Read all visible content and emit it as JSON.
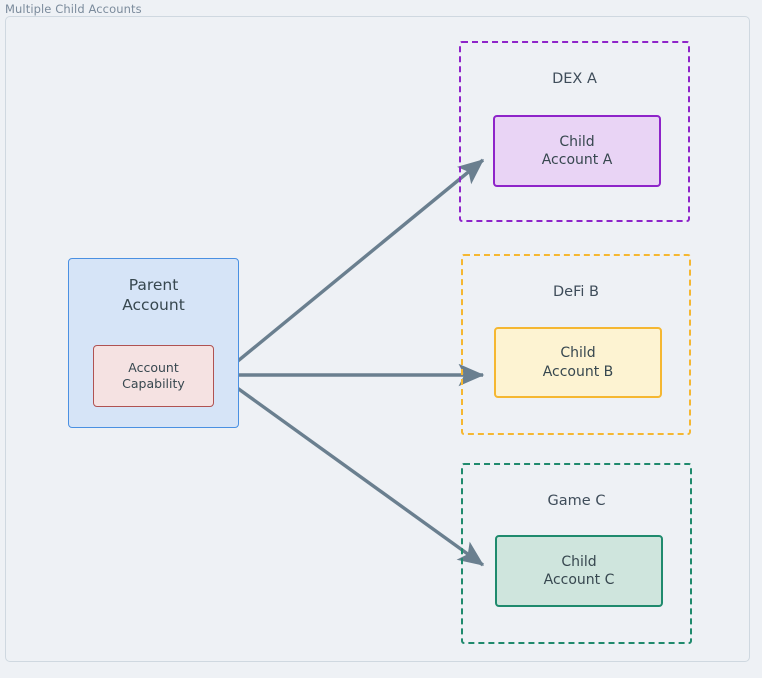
{
  "frame": {
    "title": "Multiple Child Accounts",
    "border_color": "#cfd8e0",
    "background": "#eef1f5"
  },
  "nodes": {
    "parent_account": {
      "line1": "Parent",
      "line2": "Account",
      "fill": "#d6e4f7",
      "stroke": "#4a90e2"
    },
    "account_capability": {
      "line1": "Account",
      "line2": "Capability",
      "fill": "#f5e2e2",
      "stroke": "#b05252"
    },
    "child_account_a": {
      "line1": "Child",
      "line2": "Account A",
      "fill": "#e9d4f5",
      "stroke": "#8e24c9"
    },
    "child_account_b": {
      "line1": "Child",
      "line2": "Account B",
      "fill": "#fdf3d2",
      "stroke": "#f5b731"
    },
    "child_account_c": {
      "line1": "Child",
      "line2": "Account C",
      "fill": "#cfe5dd",
      "stroke": "#1f8a6d"
    }
  },
  "groups": {
    "dex_a": {
      "label": "DEX A",
      "stroke": "#8e24c9",
      "style": "dashed"
    },
    "defi_b": {
      "label": "DeFi B",
      "stroke": "#f5b731",
      "style": "dashed"
    },
    "game_c": {
      "label": "Game C",
      "stroke": "#1f8a6d",
      "style": "dashed"
    }
  },
  "edges": [
    {
      "from": "account_capability",
      "to": "child_account_a",
      "label": "",
      "color": "#6a7f8f",
      "arrowhead": "solid"
    },
    {
      "from": "account_capability",
      "to": "child_account_b",
      "label": "",
      "color": "#6a7f8f",
      "arrowhead": "solid"
    },
    {
      "from": "account_capability",
      "to": "child_account_c",
      "label": "",
      "color": "#6a7f8f",
      "arrowhead": "solid"
    }
  ],
  "text_color": "#37474f"
}
